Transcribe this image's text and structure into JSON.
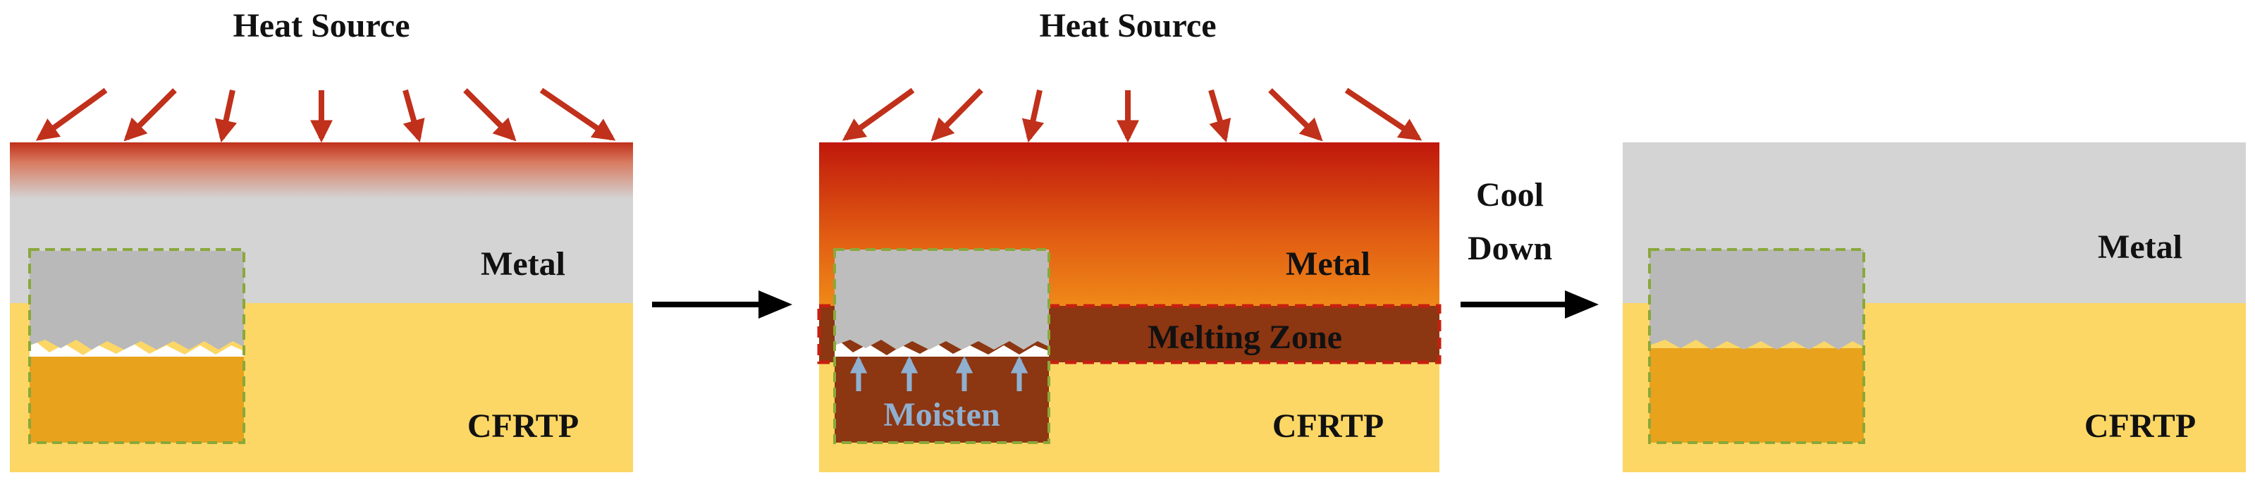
{
  "colors": {
    "metal": "#d4d4d4",
    "cfrtp": "#fcd765",
    "cfrtp_inner": "#e8a21c",
    "heat_dark": "#c0301a",
    "heat_orange": "#ee7010",
    "melt": "#8c3612",
    "moisten_arrow": "#8fb0d0",
    "dash": "#8aa83a",
    "melt_dash": "#c62010",
    "arrow_black": "#000000",
    "text": "#111111",
    "moisten_text": "#8fb0d0"
  },
  "panels": [
    {
      "heat_label": "Heat Source",
      "metal_label": "Metal",
      "cfrtp_label": "CFRTP"
    },
    {
      "heat_label": "Heat Source",
      "metal_label": "Metal",
      "melt_label": "Melting Zone",
      "moisten_label": "Moisten",
      "cfrtp_label": "CFRTP"
    },
    {
      "metal_label": "Metal",
      "cfrtp_label": "CFRTP"
    }
  ],
  "transitions": {
    "cool_line1": "Cool",
    "cool_line2": "Down"
  }
}
